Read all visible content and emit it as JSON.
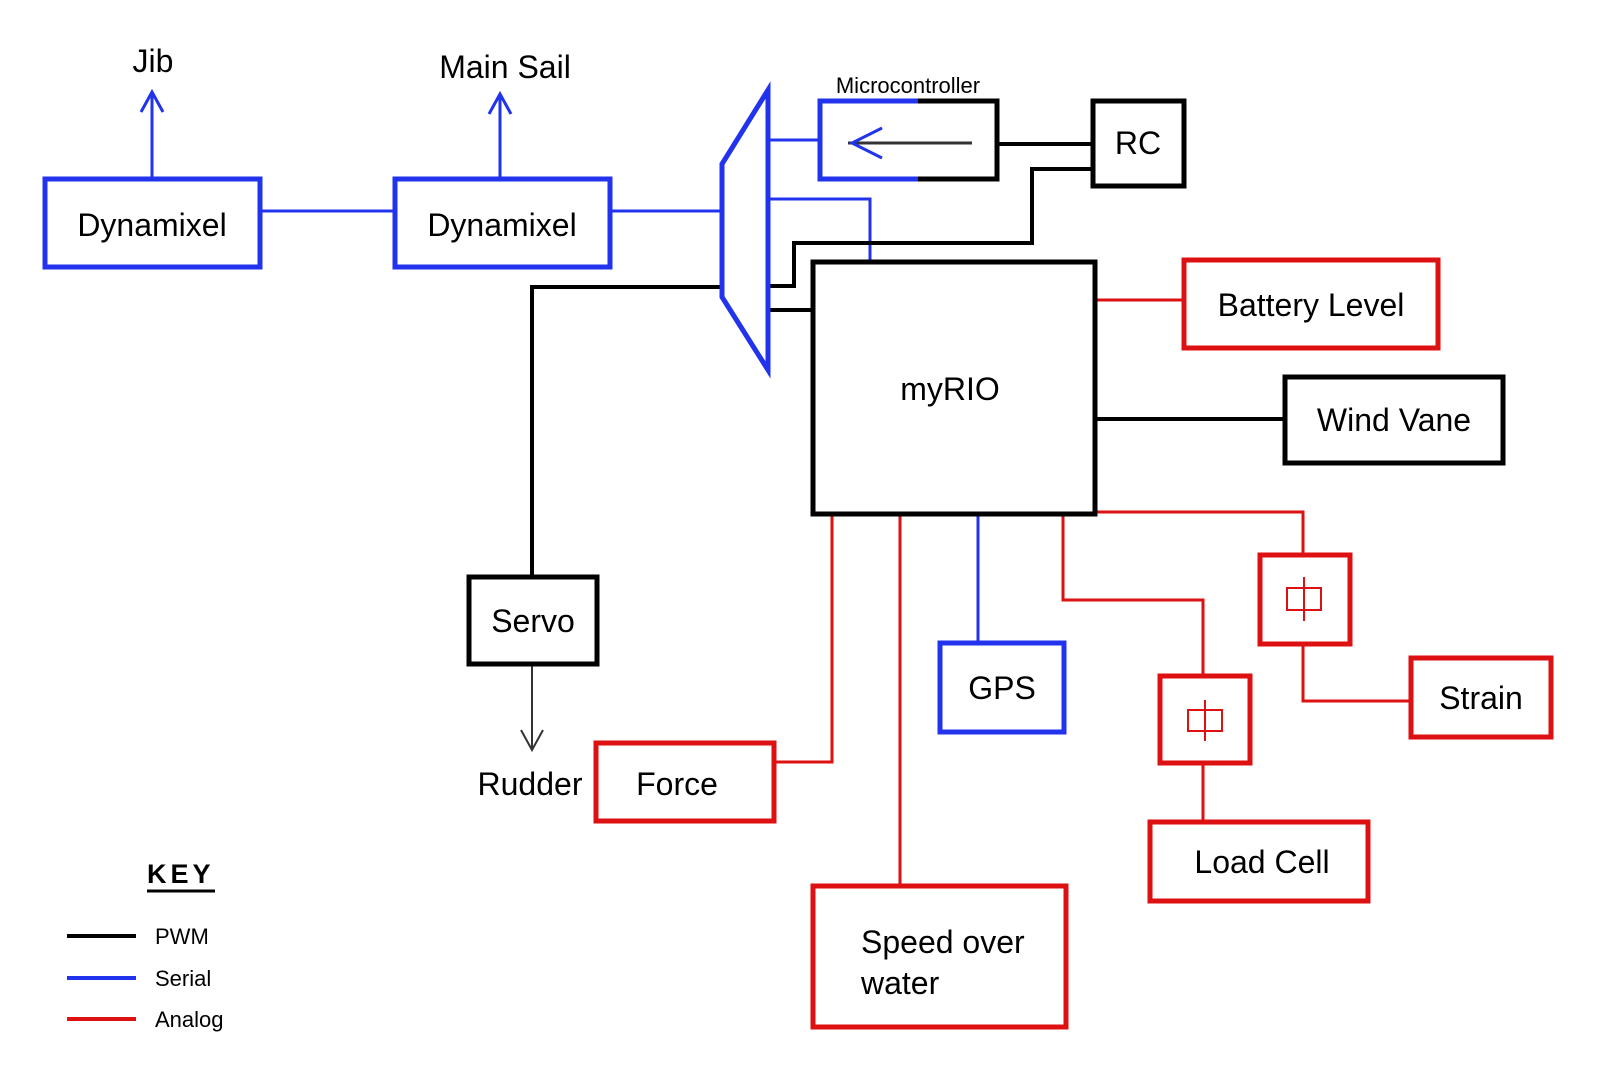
{
  "labels": {
    "jib": "Jib",
    "main_sail": "Main Sail",
    "microcontroller": "Microcontroller",
    "rudder": "Rudder"
  },
  "blocks": {
    "dynamixel_1": "Dynamixel",
    "dynamixel_2": "Dynamixel",
    "rc": "RC",
    "myrio": "myRIO",
    "battery_level": "Battery Level",
    "wind_vane": "Wind Vane",
    "servo": "Servo",
    "force": "Force",
    "gps": "GPS",
    "speed_over_water_line1": "Speed over",
    "speed_over_water_line2": "water",
    "load_cell": "Load Cell",
    "strain": "Strain"
  },
  "key": {
    "title": "KEY",
    "items": [
      {
        "label": "PWM",
        "color": "#000000"
      },
      {
        "label": "Serial",
        "color": "#2233ee"
      },
      {
        "label": "Analog",
        "color": "#dd1111"
      }
    ]
  },
  "colors": {
    "pwm": "#000000",
    "serial": "#2233ee",
    "analog": "#dd1111"
  }
}
